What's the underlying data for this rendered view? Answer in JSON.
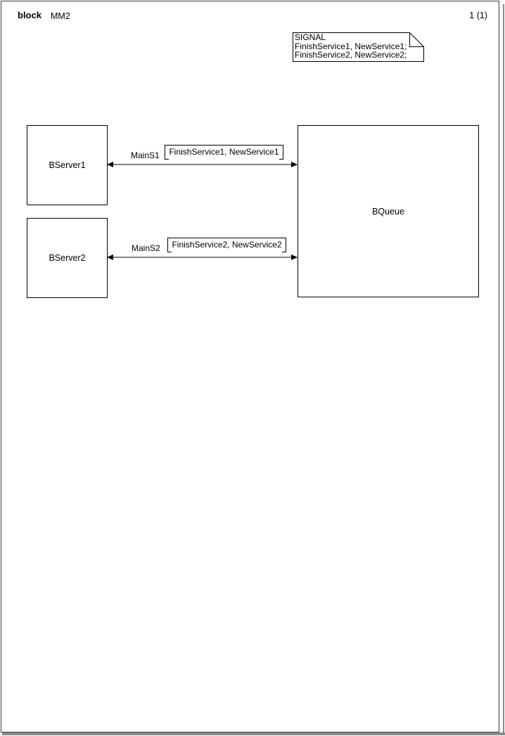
{
  "header": {
    "kind": "block",
    "title": "MM2",
    "page_number": "1 (1)"
  },
  "signal_declaration": {
    "keyword": "SIGNAL",
    "lines": [
      "FinishService1, NewService1;",
      "FinishService2, NewService2;"
    ]
  },
  "blocks": [
    {
      "label": "BServer1"
    },
    {
      "label": "BServer2"
    },
    {
      "label": "BQueue"
    }
  ],
  "channels": [
    {
      "name": "MainS1",
      "signal_list": "FinishService1, NewService1",
      "direction": "bidirectional"
    },
    {
      "name": "MainS2",
      "signal_list": "FinishService2, NewService2",
      "direction": "bidirectional"
    }
  ],
  "colors": {
    "symbol_border": "#000000",
    "channel_line": "#808080",
    "frame_border": "#3a3a3a",
    "page_shadow": "#8c8c8c"
  }
}
